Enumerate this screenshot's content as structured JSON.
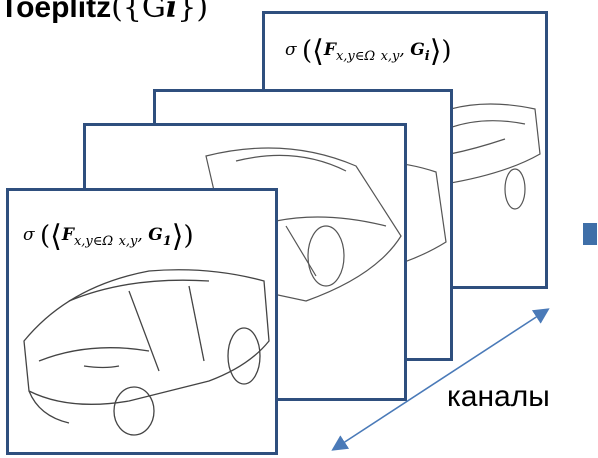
{
  "title": {
    "prefix": "Toeplitz",
    "arg": "({G",
    "sub": "i",
    "close": "})"
  },
  "frames": [
    {
      "formula": {
        "sigma": "σ",
        "F": "F",
        "F_sub": "x,y∈Ω",
        "F_sub2": "x,y",
        "G": "G",
        "G_sub": "i"
      }
    },
    {
      "formula": {
        "sigma": "σ",
        "F": "F",
        "F_sub": "x,y∈Ω",
        "F_sub2": "x,y",
        "G": "G",
        "G_sub": "1"
      }
    }
  ],
  "channels_label": "каналы",
  "colors": {
    "frame_border": "#2f4f7e",
    "arrow": "#4a7ab8",
    "marker": "#3f6fa8"
  }
}
